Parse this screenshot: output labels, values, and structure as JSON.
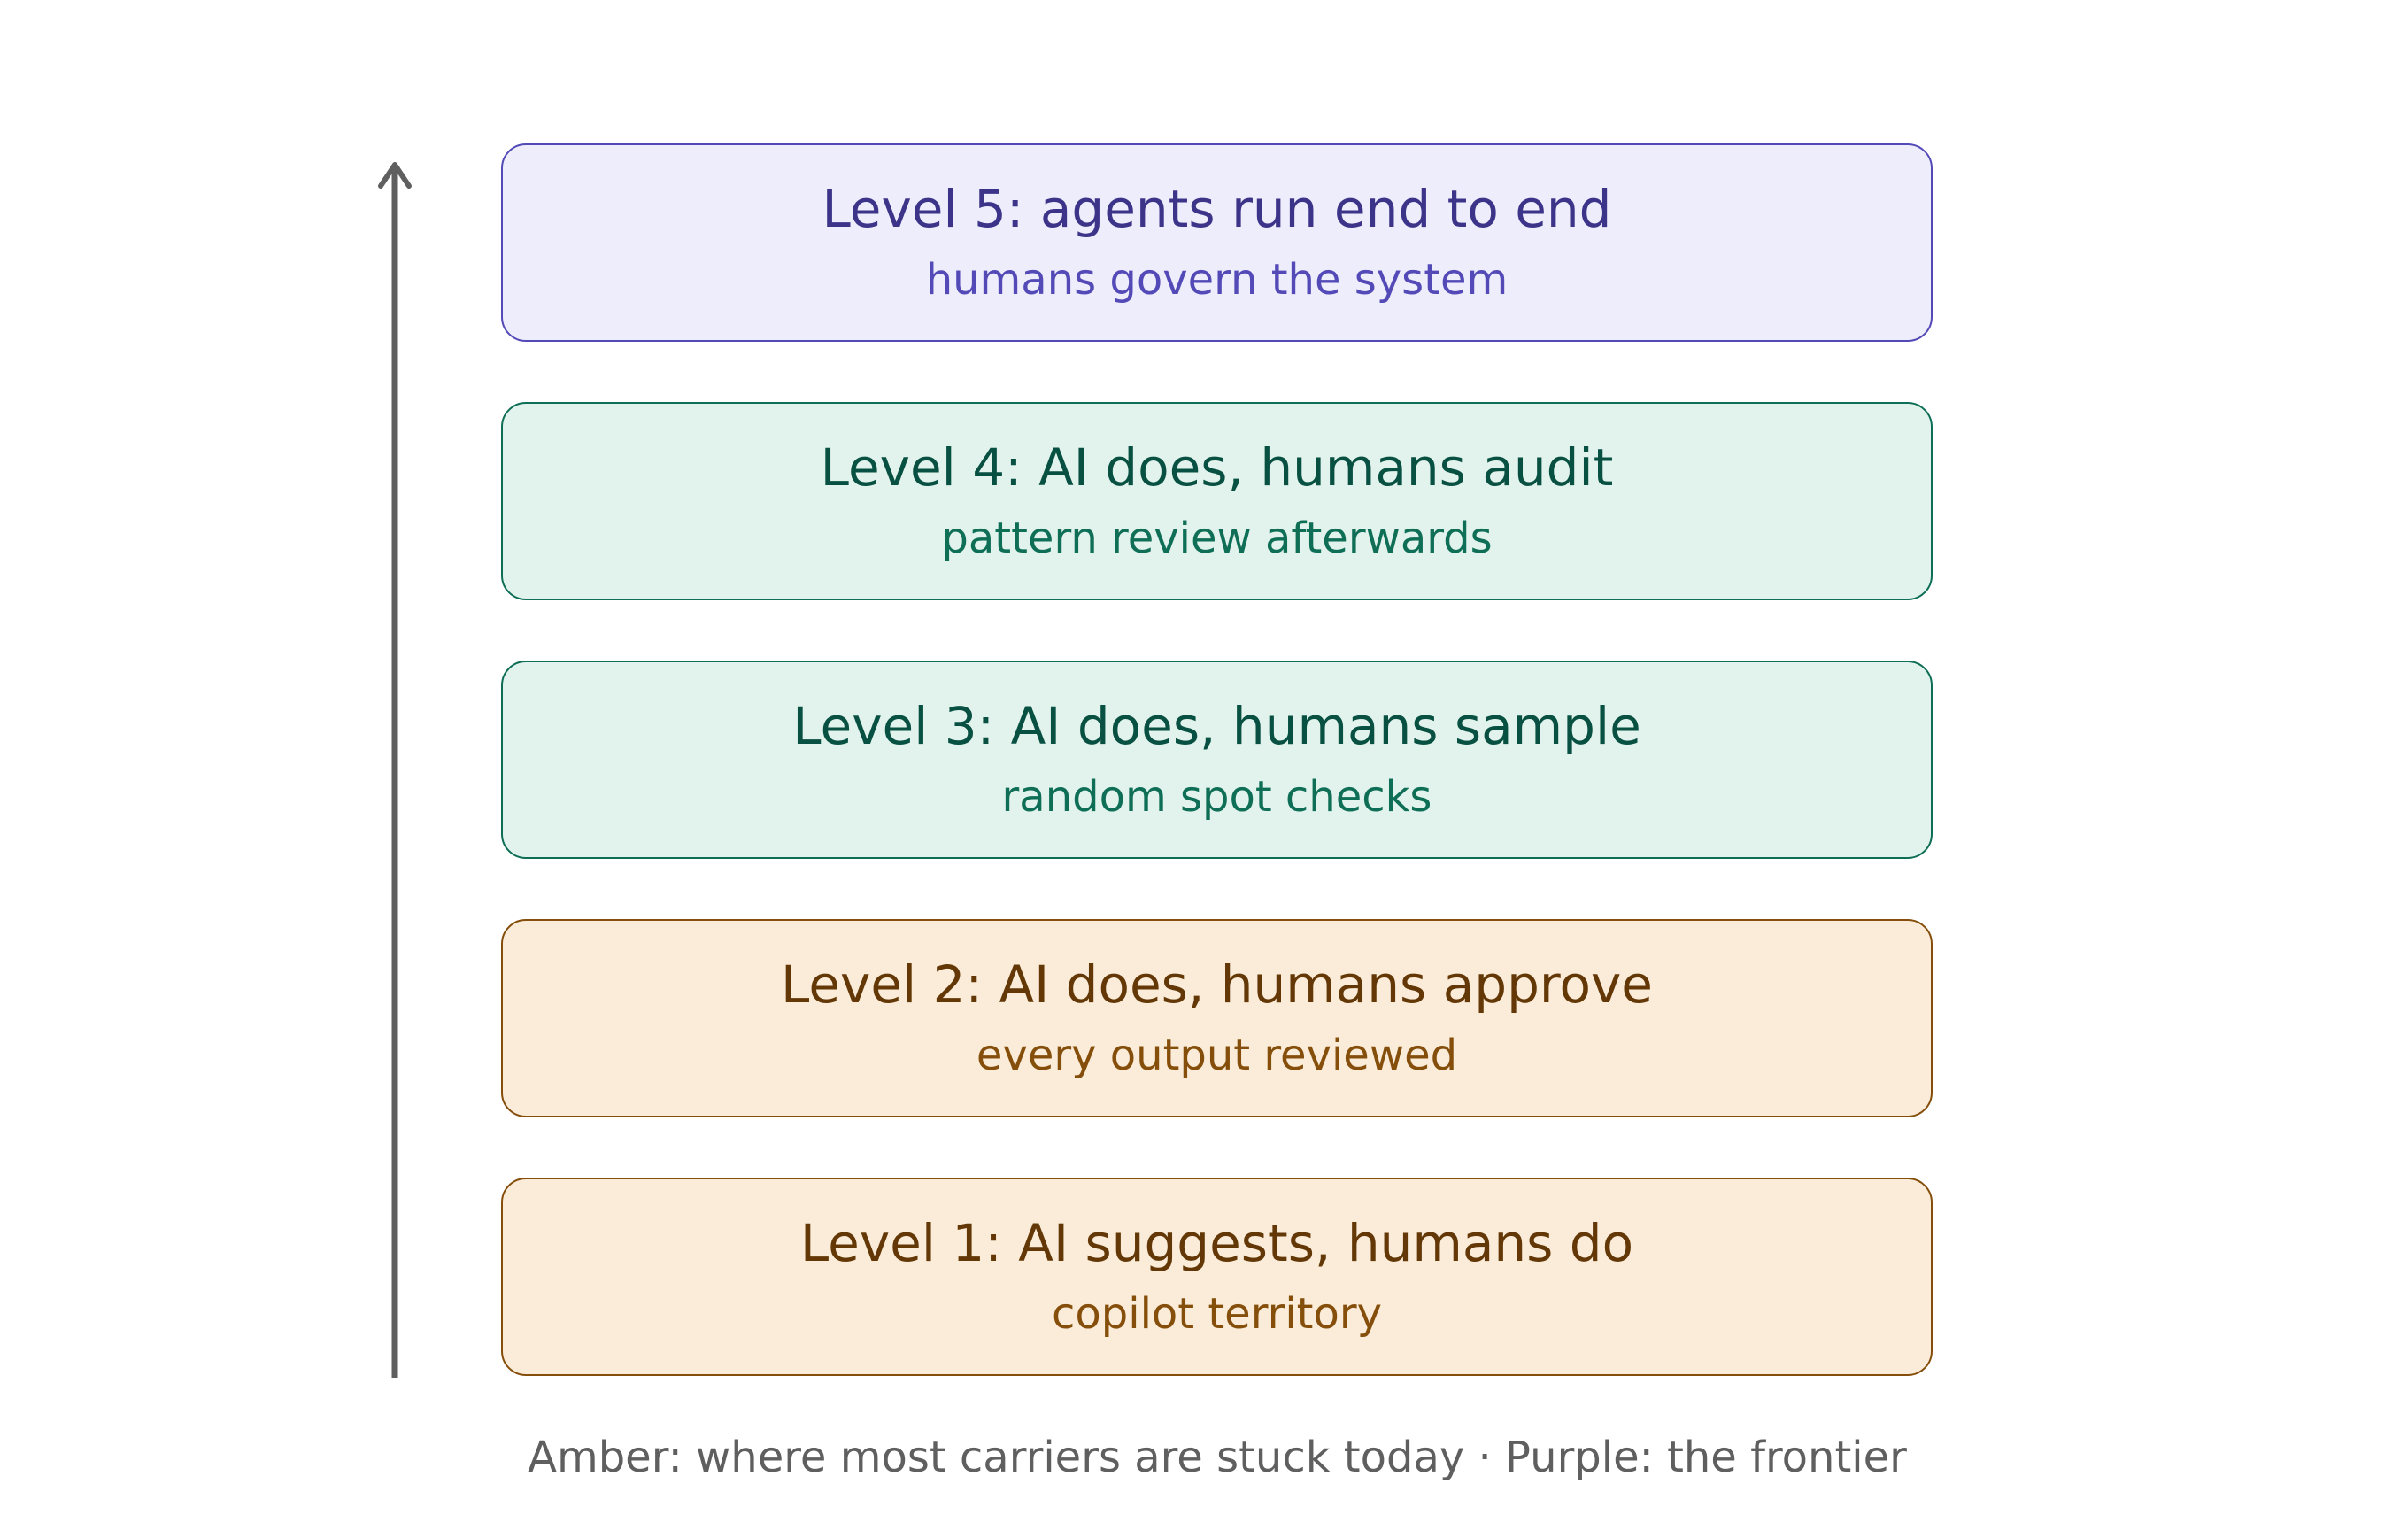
{
  "levels": [
    {
      "title": "Level 5: agents run end to end",
      "subtitle": "humans govern the system",
      "colors": {
        "fill": "#eeedfb",
        "border": "#534ab7",
        "title": "#3c3489",
        "subtitle": "#534ab7"
      }
    },
    {
      "title": "Level 4: AI does, humans audit",
      "subtitle": "pattern review afterwards",
      "colors": {
        "fill": "#e1f3ec",
        "border": "#0f6e56",
        "title": "#085041",
        "subtitle": "#0f6e56"
      }
    },
    {
      "title": "Level 3: AI does, humans sample",
      "subtitle": "random spot checks",
      "colors": {
        "fill": "#e1f3ec",
        "border": "#0f6e56",
        "title": "#085041",
        "subtitle": "#0f6e56"
      }
    },
    {
      "title": "Level 2: AI does, humans approve",
      "subtitle": "every output reviewed",
      "colors": {
        "fill": "#faecd9",
        "border": "#854f0b",
        "title": "#633806",
        "subtitle": "#854f0b"
      }
    },
    {
      "title": "Level 1: AI suggests, humans do",
      "subtitle": "copilot territory",
      "colors": {
        "fill": "#faecd9",
        "border": "#854f0b",
        "title": "#633806",
        "subtitle": "#854f0b"
      }
    }
  ],
  "caption": "Amber: where most carriers are stuck today · Purple: the frontier",
  "arrow": {
    "color": "#5f5f5f",
    "direction": "up"
  }
}
